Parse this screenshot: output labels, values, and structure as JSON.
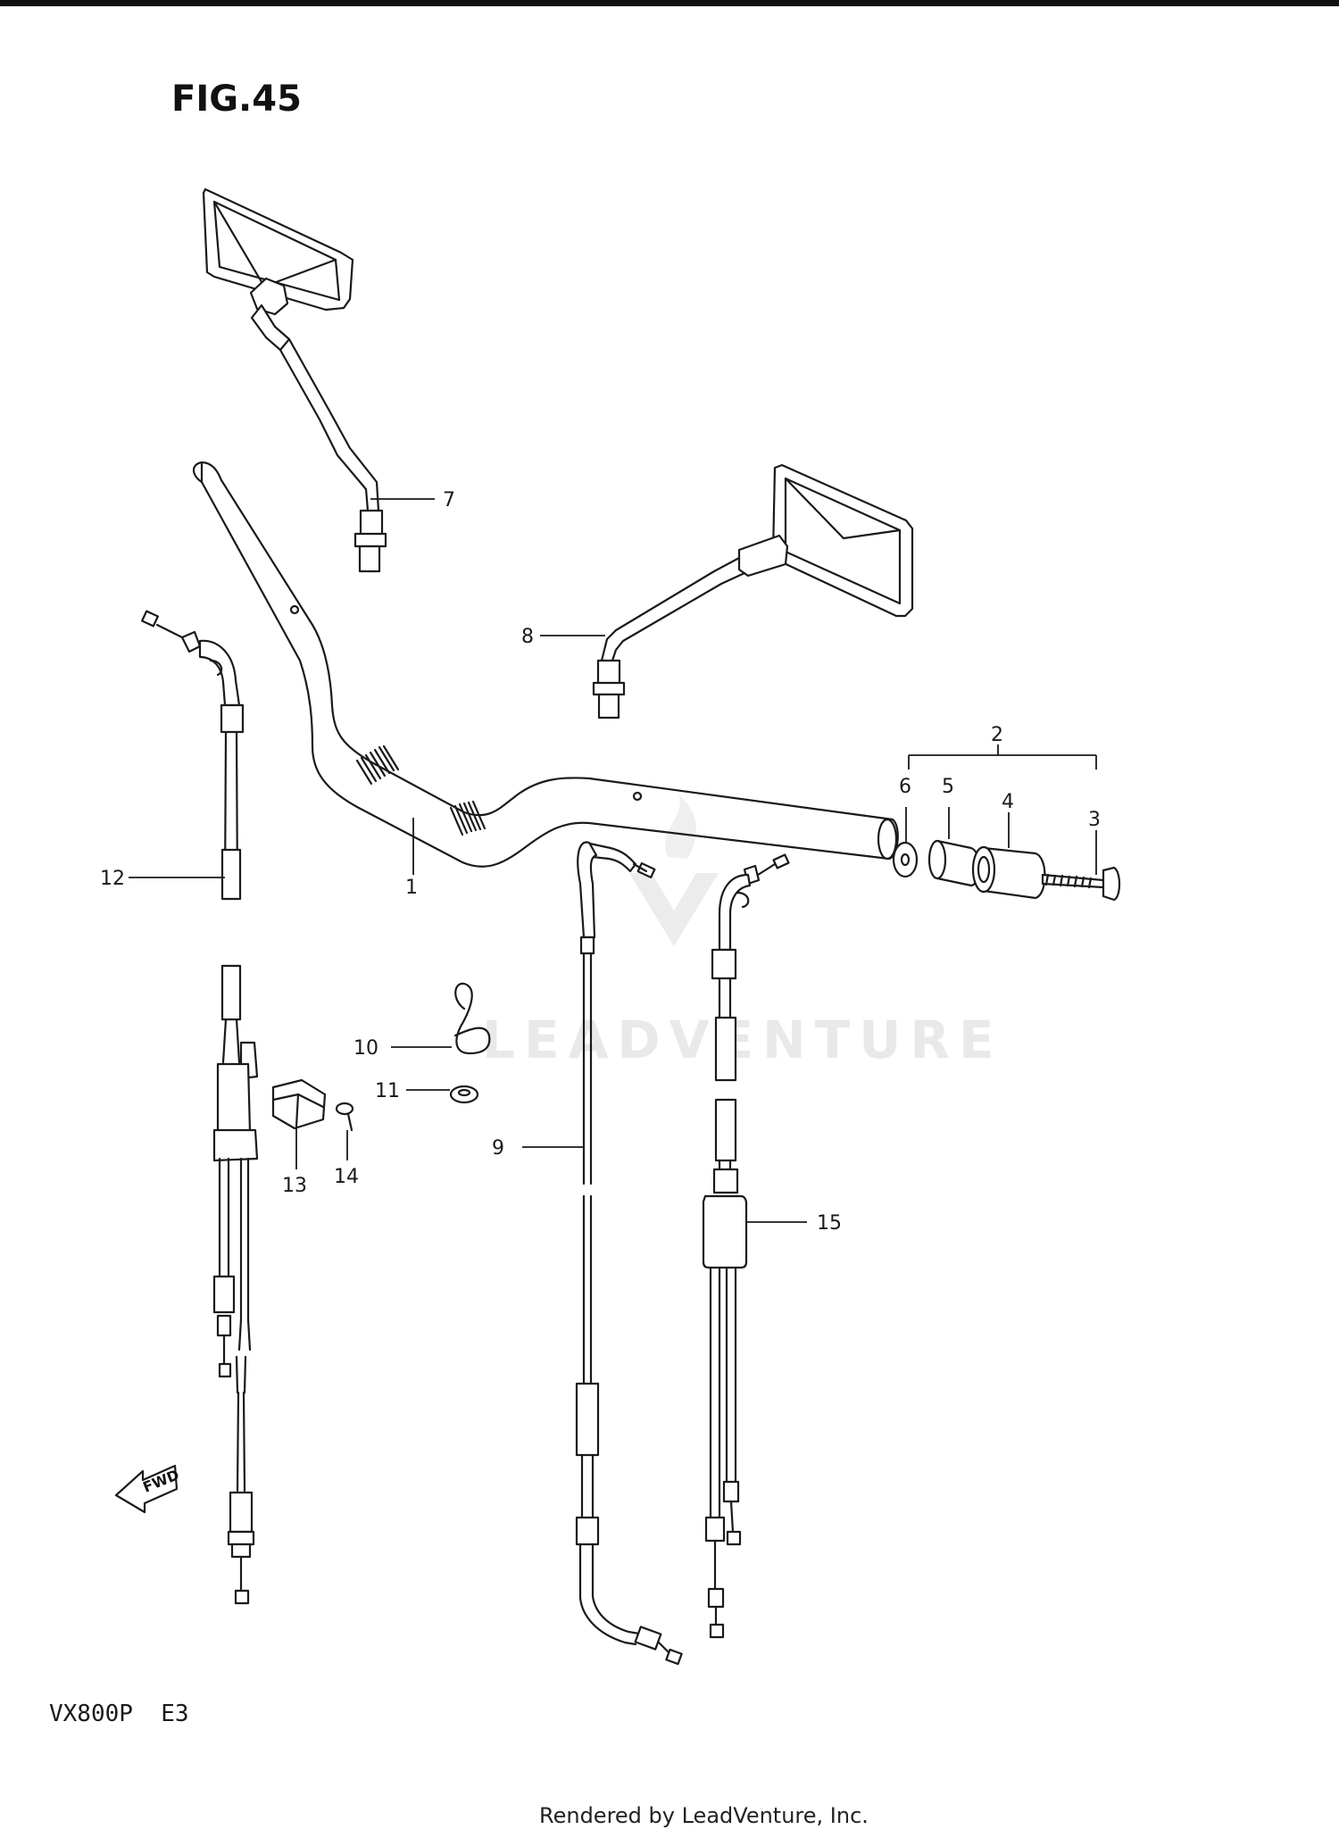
{
  "figure": {
    "title": "FIG.45",
    "model": "VX800P  E3"
  },
  "watermark": "LEADVENTURE",
  "footer": "Rendered by LeadVenture, Inc.",
  "fwd_label": "FWD",
  "callouts": {
    "c1": "1",
    "c2": "2",
    "c3": "3",
    "c4": "4",
    "c5": "5",
    "c6": "6",
    "c7": "7",
    "c8": "8",
    "c9": "9",
    "c10": "10",
    "c11": "11",
    "c12": "12",
    "c13": "13",
    "c14": "14",
    "c15": "15"
  }
}
